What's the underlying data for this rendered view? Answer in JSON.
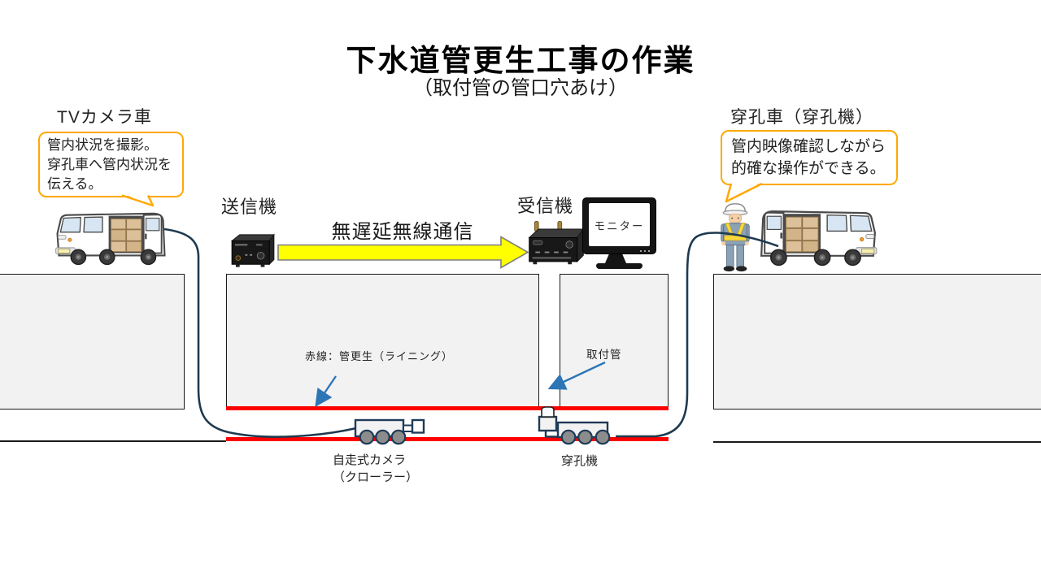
{
  "title": {
    "main": "下水道管更生工事の作業",
    "subtitle": "（取付管の管口穴あけ）"
  },
  "tv_camera_side": {
    "vehicle_label": "TVカメラ車",
    "callout": {
      "line1": "管内状況を撮影。",
      "line2": "穿孔車へ管内状況を",
      "line3": "伝える。"
    }
  },
  "drill_side": {
    "vehicle_label": "穿孔車（穿孔機）",
    "callout": {
      "line1": "管内映像確認しながら",
      "line2": "的確な操作ができる。"
    }
  },
  "link": {
    "transmitter_label": "送信機",
    "receiver_label": "受信機",
    "wireless_label": "無遅延無線通信",
    "monitor_label": "モニター"
  },
  "pipe": {
    "lining_note": "赤線：管更生（ライニング）",
    "lateral_note": "取付管",
    "crawler_label_line1": "自走式カメラ",
    "crawler_label_line2": "（クローラー）",
    "drill_machine_label": "穿孔機"
  },
  "colors": {
    "callout_border": "#FFA800",
    "wireless_arrow_fill": "#FFFF00",
    "lining_red": "#FE0000",
    "annotation_blue": "#2E75B6",
    "cable_navy": "#1E3A50",
    "soil_gray": "#F2F2F2",
    "vest_yellow": "#F7D83D"
  }
}
